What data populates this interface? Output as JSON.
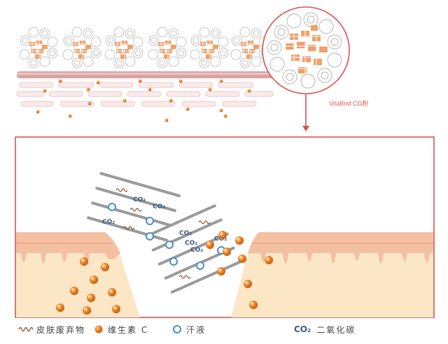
{
  "zoom_caption": "VitaBrid CG粉",
  "co2_label": "CO₂",
  "legend": {
    "waste": "皮肤废弃物",
    "vitc": "维生素 C",
    "sweat": "汗液",
    "co2_symbol": "CO₂",
    "co2_name": "二氧化碳"
  },
  "colors": {
    "frame": "#d9534f",
    "orange": "#f07e22",
    "blue": "#4a90c2",
    "waste": "#8b5a44",
    "skin_top": "#f6c8a8",
    "skin_base": "#fbe6c6"
  }
}
